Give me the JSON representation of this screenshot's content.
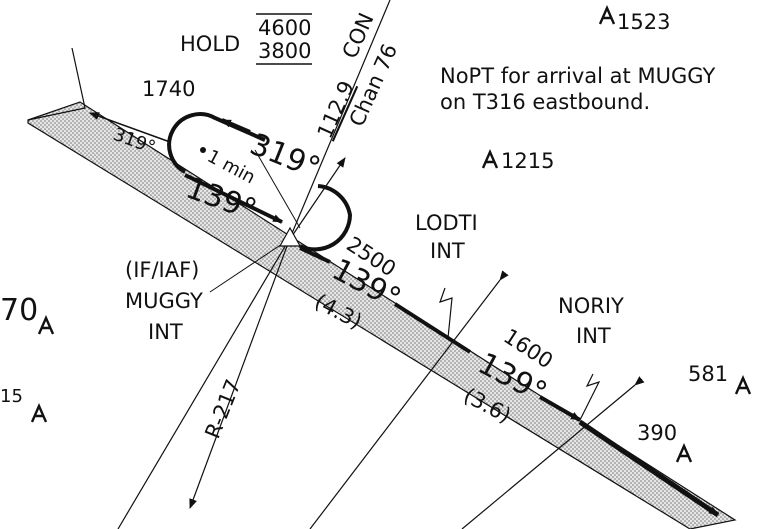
{
  "chart": {
    "hold": {
      "label": "HOLD",
      "alt_max": "4600",
      "alt_min": "3800",
      "elevation": "1740",
      "inbound_course": "319°",
      "outbound_course": "139°",
      "leg_time": "1 min"
    },
    "feeder": {
      "course": "319°"
    },
    "navaid": {
      "frequency": "112.9",
      "ident": "CON",
      "channel": "Chan 76"
    },
    "note": {
      "line1": "NoPT for arrival at MUGGY",
      "line2": "on T316 eastbound."
    },
    "obstacles": [
      {
        "label": "1523"
      },
      {
        "label": "1215"
      },
      {
        "label": "581"
      },
      {
        "label": "390"
      },
      {
        "label": "70"
      },
      {
        "label": "15"
      }
    ],
    "fixes": {
      "muggy": {
        "role": "(IF/IAF)",
        "name": "MUGGY",
        "type": "INT"
      },
      "lodti": {
        "name": "LODTI",
        "type": "INT"
      },
      "noriy": {
        "name": "NORIY",
        "type": "INT"
      }
    },
    "segments": [
      {
        "altitude": "2500",
        "course": "139°",
        "distance": "(4.3)"
      },
      {
        "altitude": "1600",
        "course": "139°",
        "distance": "(3.6)"
      }
    ],
    "radial": {
      "label": "R-217"
    }
  },
  "colors": {
    "ink": "#111111",
    "track_fill": "#d8d8d8"
  }
}
